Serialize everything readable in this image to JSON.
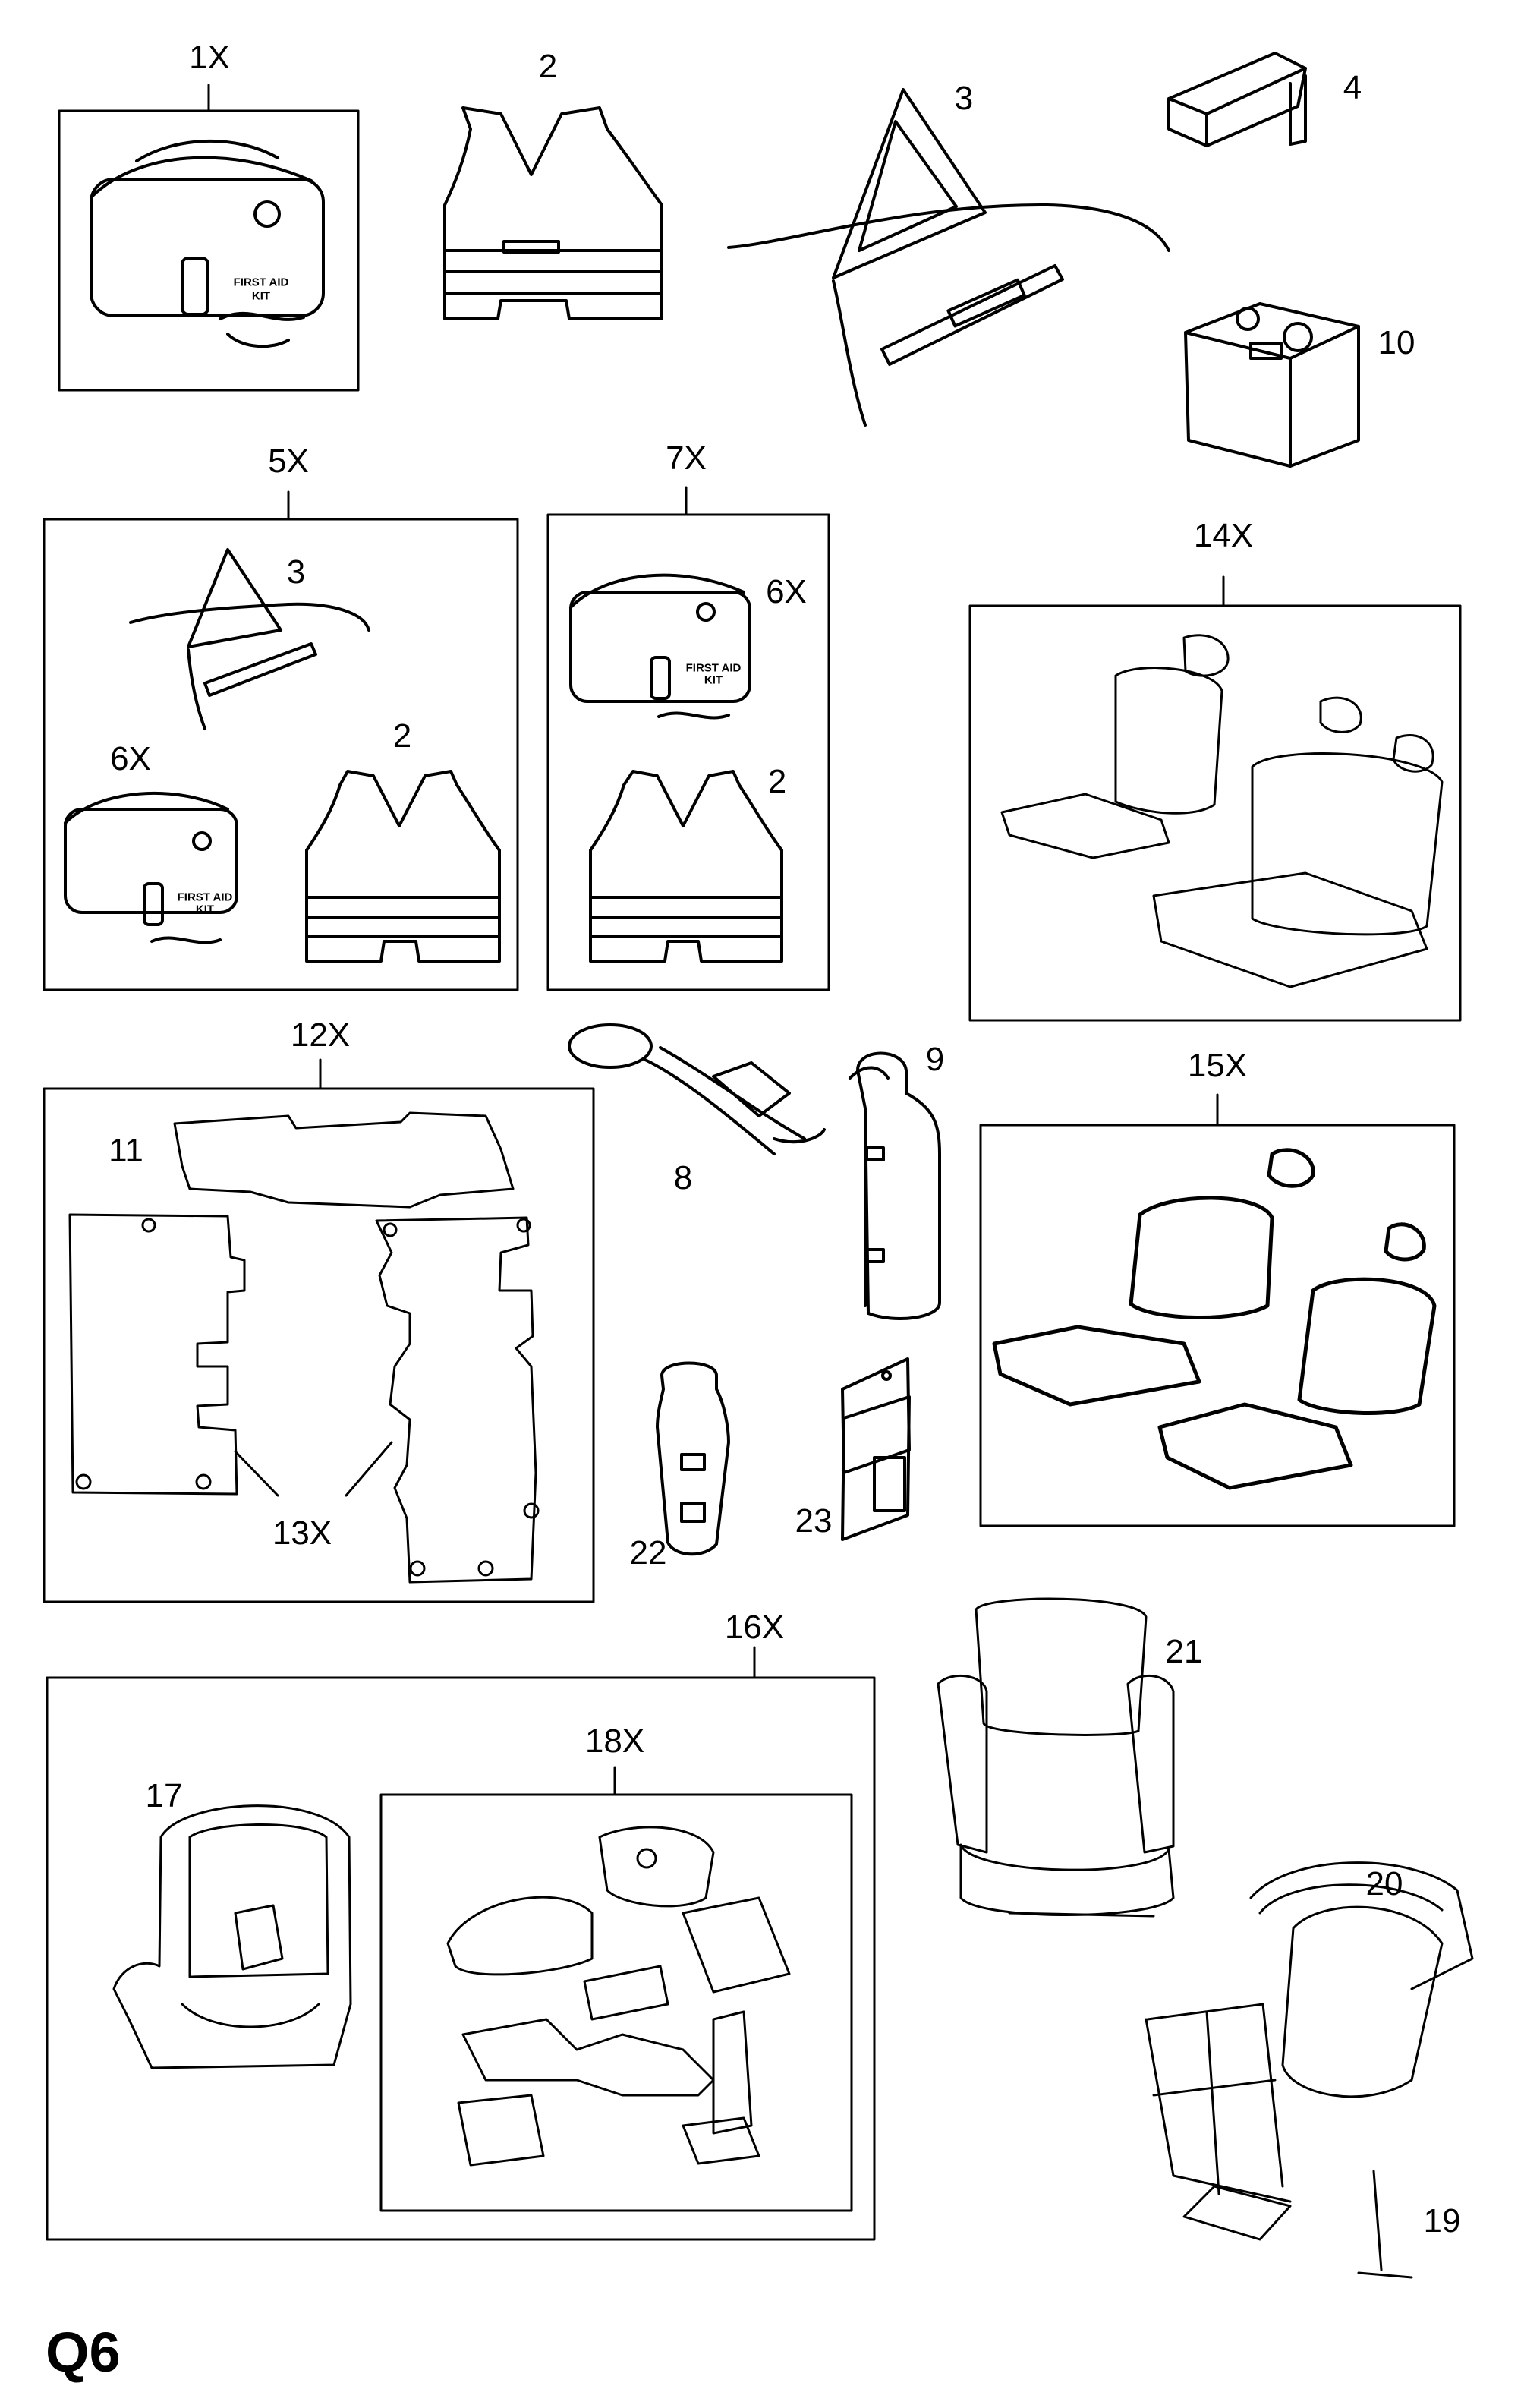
{
  "page_id": "Q6",
  "callouts": {
    "c1X": "1X",
    "c2": "2",
    "c3": "3",
    "c4": "4",
    "c10": "10",
    "c5X": "5X",
    "c5_3": "3",
    "c5_6X": "6X",
    "c5_2": "2",
    "c7X": "7X",
    "c7_6X": "6X",
    "c7_2": "2",
    "c14X": "14X",
    "c12X": "12X",
    "c11": "11",
    "c13X": "13X",
    "c8": "8",
    "c9": "9",
    "c15X": "15X",
    "c22": "22",
    "c23": "23",
    "c16X": "16X",
    "c18X": "18X",
    "c17": "17",
    "c21": "21",
    "c20": "20",
    "c19": "19"
  },
  "kit_text": {
    "line1": "FIRST AID",
    "line2": "KIT"
  }
}
